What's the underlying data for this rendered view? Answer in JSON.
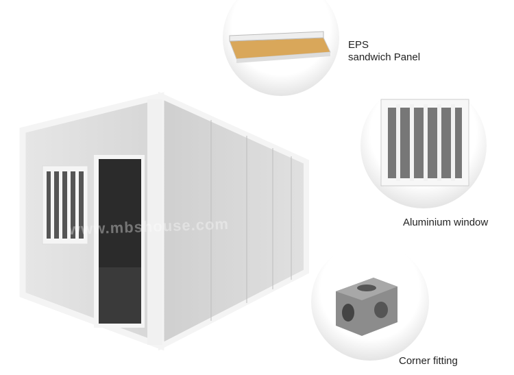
{
  "watermark": "www.mbshouse.com",
  "features": [
    {
      "label_line1": "EPS",
      "label_line2": "sandwich Panel"
    },
    {
      "label": "Aluminium window"
    },
    {
      "label": "Corner fitting"
    }
  ],
  "colors": {
    "panel": "#d9d9d9",
    "frame": "#f2f2f2",
    "door_glass": "#2a2a2a",
    "eps_core": "#d9a75a",
    "corner_fitting": "#8c8c8c"
  }
}
